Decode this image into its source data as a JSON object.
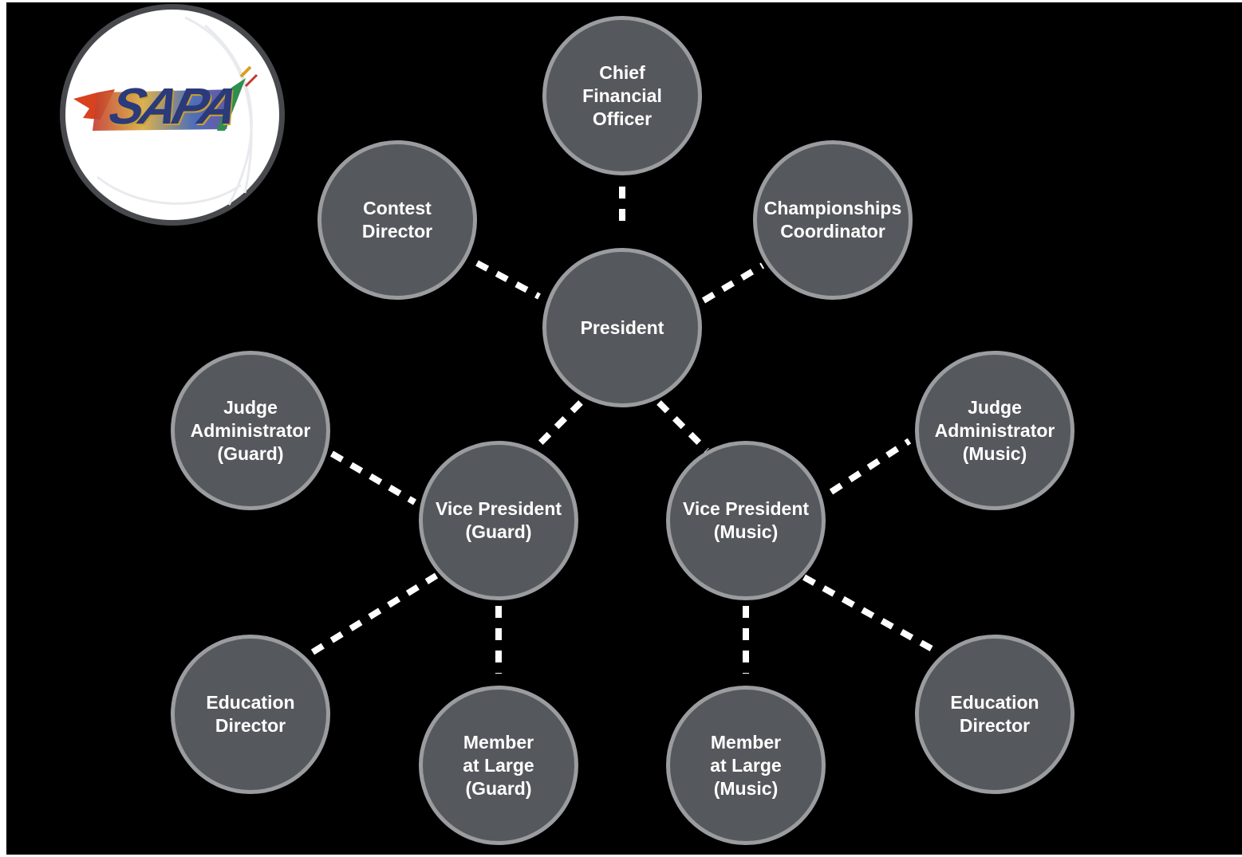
{
  "logo": {
    "text": "SAPA"
  },
  "colors": {
    "background": "#000000",
    "node_fill": "#55585c",
    "node_border": "#9a9c9f",
    "node_text": "#ffffff",
    "connector": "#ffffff"
  },
  "nodes": {
    "cfo": "Chief\nFinancial\nOfficer",
    "contest_director": "Contest\nDirector",
    "championships_coordinator": "Championships\nCoordinator",
    "president": "President",
    "judge_admin_guard": "Judge\nAdministrator\n(Guard)",
    "judge_admin_music": "Judge\nAdministrator\n(Music)",
    "vp_guard": "Vice President\n(Guard)",
    "vp_music": "Vice President\n(Music)",
    "education_director_guard": "Education\nDirector",
    "education_director_music": "Education\nDirector",
    "member_at_large_guard": "Member\nat Large\n(Guard)",
    "member_at_large_music": "Member\nat Large\n(Music)"
  }
}
